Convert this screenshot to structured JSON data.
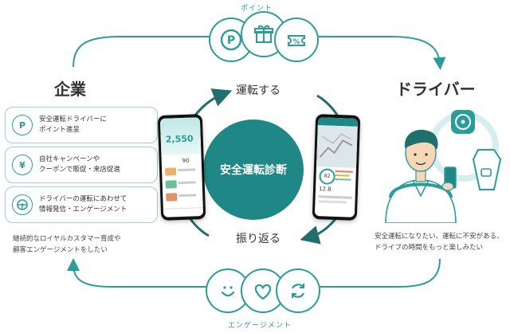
{
  "top_label": "ポイント",
  "bottom_label": "エンゲージメント",
  "left_title": "企業",
  "right_title": "ドライバー",
  "center": "安全運転診断",
  "cycle_top": "運転する",
  "cycle_bottom": "振り返る",
  "cards": [
    {
      "icon": "P",
      "text": "安全運転ドライバーに\nポイント進呈"
    },
    {
      "icon": "¥",
      "text": "自社キャンペーンや\nクーポンで販促・来店促進"
    },
    {
      "icon": "",
      "text": "ドライバーの運転にあわせて\n情報発信・エンゲージメント"
    }
  ],
  "left_note": "継続的なロイヤルカスタマー育成や\n顧客エンゲージメントをしたい",
  "right_note": "安全運転になりたい、運転に不安がある、\nドライブの時間をもっと楽しみたい",
  "phone_left": {
    "score": "2,550",
    "small": "90"
  },
  "phone_right": {
    "score": "82",
    "value": "12.8"
  },
  "colors": {
    "primary": "#2a9d9a",
    "dark": "#1f8785"
  }
}
